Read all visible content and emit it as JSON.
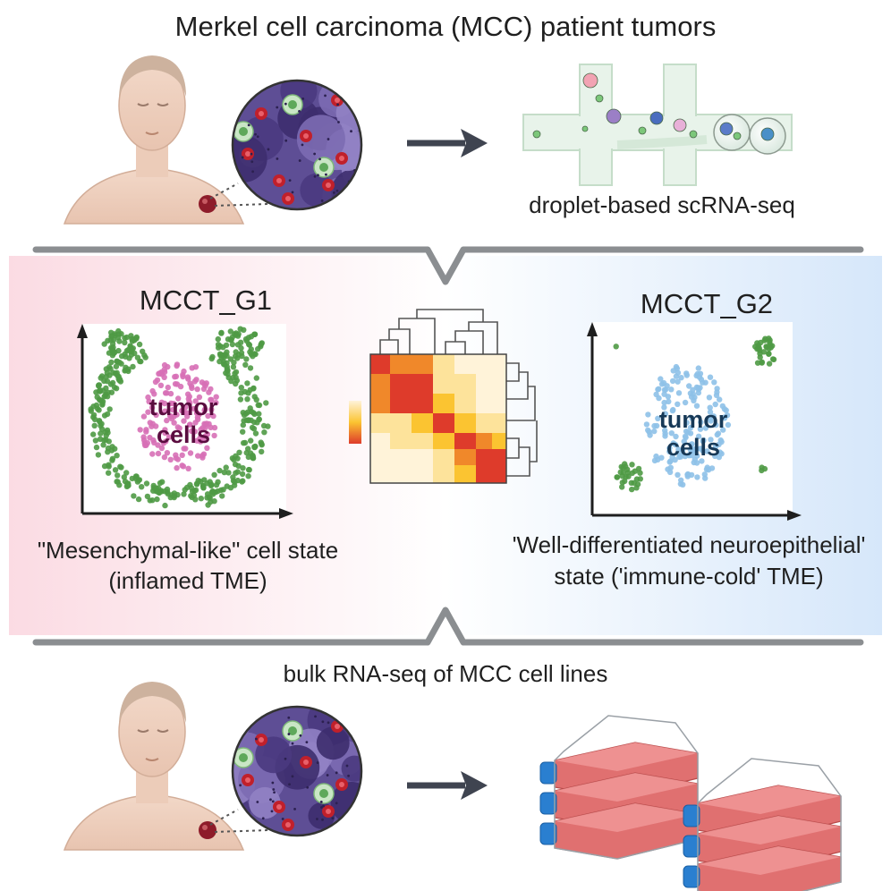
{
  "top_title": "Merkel cell carcinoma (MCC) patient tumors",
  "scrna_label": "droplet-based scRNA-seq",
  "groups": [
    {
      "name": "MCCT_G1",
      "cluster_label": "tumor cells",
      "state_caption": "\"Mesenchymal-like\" cell state (inflamed TME)",
      "cluster_color": "#d770b6",
      "other_cells_color": "#4f9a45",
      "panel_tint": "#fbdbe3"
    },
    {
      "name": "MCCT_G2",
      "cluster_label": "tumor cells",
      "state_caption": "'Well-differentiated neuroepithelial' state ('immune-cold' TME)",
      "cluster_color": "#8ec1e8",
      "other_cells_color": "#4f9a45",
      "panel_tint": "#d6e7fa"
    }
  ],
  "heatmap_palette": [
    "#fff3d9",
    "#fde39b",
    "#fbc431",
    "#f0882a",
    "#de3b2b"
  ],
  "bottom_title": "bulk RNA-seq of MCC cell lines",
  "icons": [
    "patient-icon",
    "tumor-tissue-icon",
    "arrow-right-icon",
    "microfluidic-chip-icon",
    "heatmap-icon",
    "cell-culture-flask-icon"
  ]
}
